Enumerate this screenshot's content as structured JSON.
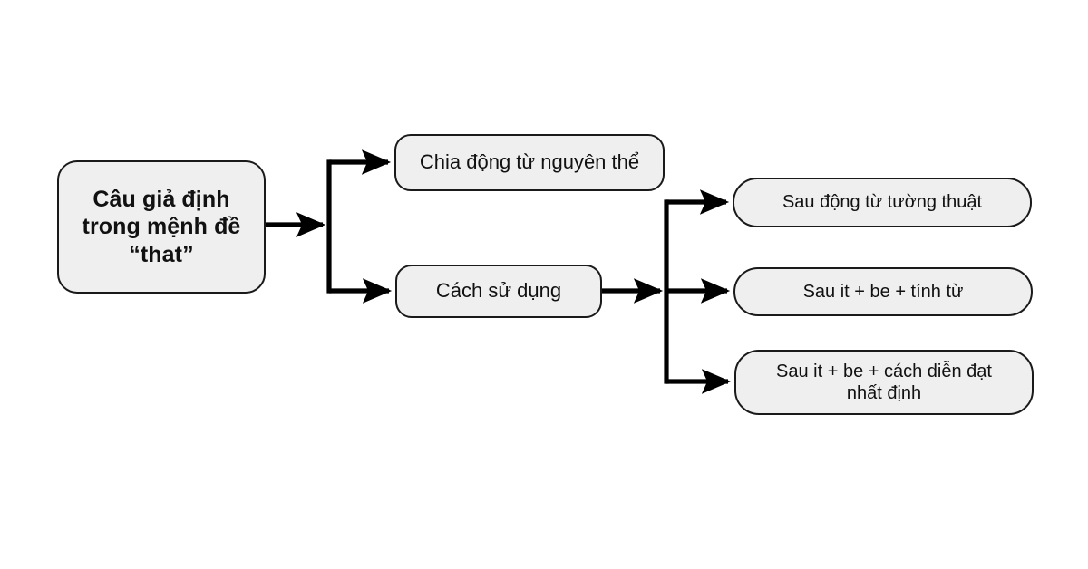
{
  "diagram": {
    "type": "flowchart",
    "orientation": "left-to-right",
    "background_color": "#ffffff",
    "node_fill_color": "#efefef",
    "node_border_color": "#1a1a1a",
    "edge_color": "#000000",
    "nodes": {
      "root": {
        "label": "Câu giả định\ntrong mệnh đề\n“that”",
        "bold": true
      },
      "branch_1": {
        "label": "Chia động từ nguyên thể"
      },
      "branch_2": {
        "label": "Cách sử dụng"
      },
      "leaf_1": {
        "label": "Sau động từ tường thuật"
      },
      "leaf_2": {
        "label": "Sau it + be + tính từ"
      },
      "leaf_3": {
        "label": "Sau it + be + cách diễn đạt\nnhất định"
      }
    },
    "edges": [
      {
        "from": "root",
        "to": "branch_1",
        "style": "orthogonal-arrow"
      },
      {
        "from": "root",
        "to": "branch_2",
        "style": "orthogonal-arrow"
      },
      {
        "from": "branch_2",
        "to": "leaf_1",
        "style": "orthogonal-arrow"
      },
      {
        "from": "branch_2",
        "to": "leaf_2",
        "style": "orthogonal-arrow"
      },
      {
        "from": "branch_2",
        "to": "leaf_3",
        "style": "orthogonal-arrow"
      }
    ]
  }
}
